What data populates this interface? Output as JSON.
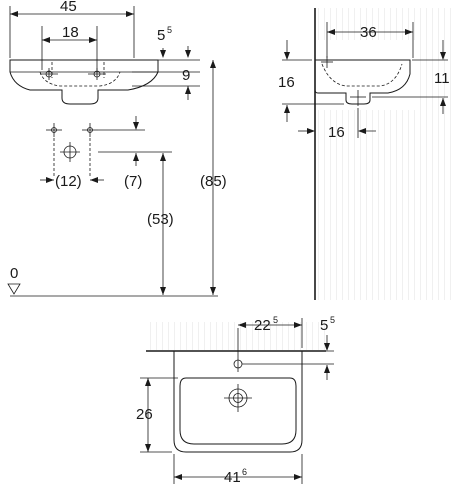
{
  "dimensions": {
    "top_width": "45",
    "tap_spacing": "18",
    "tap_offset_main": "5",
    "tap_offset_sup": "5",
    "rim_height": "9",
    "hole_spacing": "(12)",
    "hole_to_drain": "(7)",
    "drain_height": "(53)",
    "rim_total_height": "(85)",
    "floor_zero": "0",
    "side_depth": "36",
    "side_left_height": "16",
    "side_right_height": "11",
    "side_drain_offset": "16",
    "plan_tap_offset_main": "22",
    "plan_tap_offset_sup": "5",
    "plan_rim_offset_main": "5",
    "plan_rim_offset_sup": "5",
    "plan_bowl_depth": "26",
    "plan_width_main": "41",
    "plan_width_sup": "6"
  }
}
